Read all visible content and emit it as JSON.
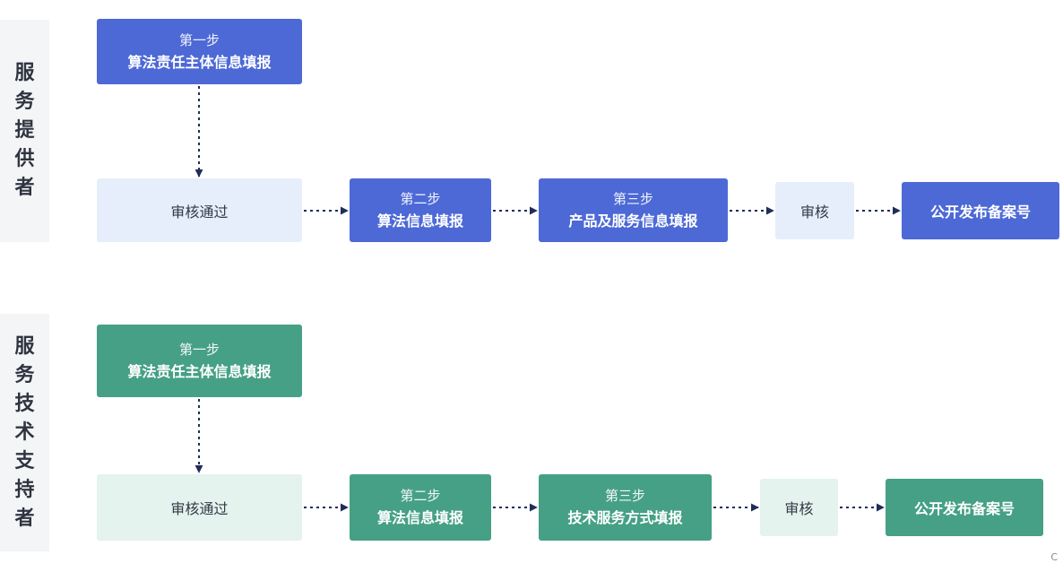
{
  "lanes": [
    {
      "label_chars": [
        "服",
        "务",
        "提",
        "供",
        "者"
      ],
      "step1": {
        "step": "第一步",
        "title": "算法责任主体信息填报"
      },
      "review_pass": "审核通过",
      "step2": {
        "step": "第二步",
        "title": "算法信息填报"
      },
      "step3": {
        "step": "第三步",
        "title": "产品及服务信息填报"
      },
      "review": "审核",
      "final": "公开发布备案号"
    },
    {
      "label_chars": [
        "服",
        "务",
        "技",
        "术",
        "支",
        "持",
        "者"
      ],
      "step1": {
        "step": "第一步",
        "title": "算法责任主体信息填报"
      },
      "review_pass": "审核通过",
      "step2": {
        "step": "第二步",
        "title": "算法信息填报"
      },
      "step3": {
        "step": "第三步",
        "title": "技术服务方式填报"
      },
      "review": "审核",
      "final": "公开发布备案号"
    }
  ],
  "colors": {
    "provider_dark": "#4d69d6",
    "provider_light": "#e6eefb",
    "support_dark": "#46a085",
    "support_light": "#e5f3ee",
    "arrow": "#1f2d5a"
  },
  "corner_mark": "C"
}
